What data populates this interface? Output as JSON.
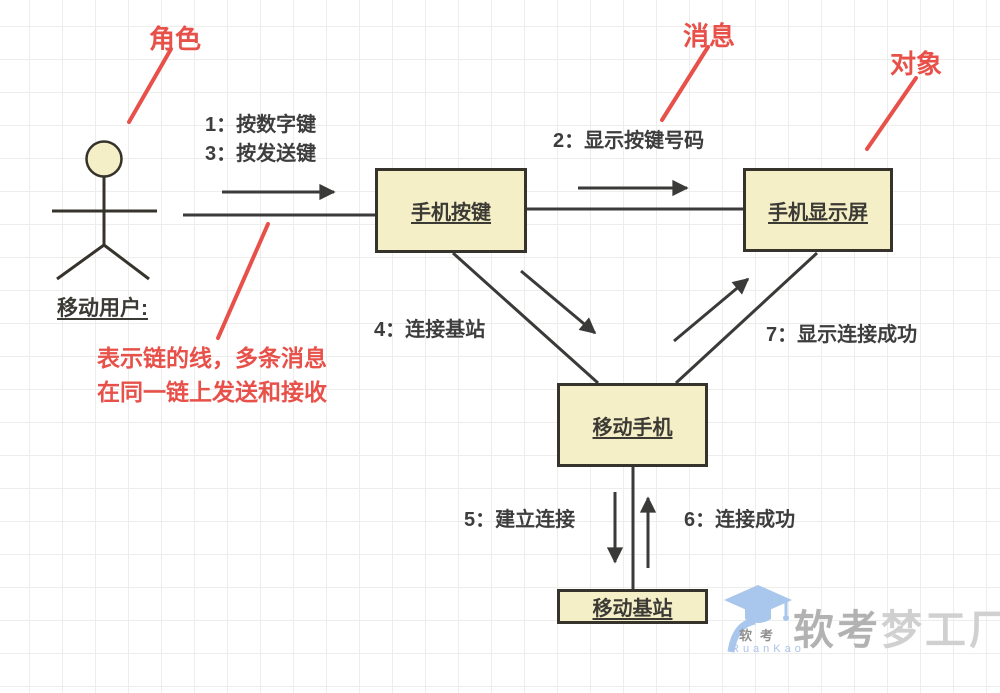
{
  "annotations": {
    "role": "角色",
    "message": "消息",
    "object": "对象",
    "link_note_line1": "表示链的线，多条消息",
    "link_note_line2": "在同一链上发送和接收",
    "color": "#e8504a"
  },
  "actor": {
    "label": "移动用户:"
  },
  "objects": {
    "keypad": {
      "label": "手机按键"
    },
    "display": {
      "label": "手机显示屏"
    },
    "mobile": {
      "label": "移动手机"
    },
    "station": {
      "label": "移动基站"
    },
    "fill_color": "#f5efc7",
    "border_color": "#35332b"
  },
  "messages": {
    "m1": {
      "label": "1：按数字键"
    },
    "m3": {
      "label": "3：按发送键"
    },
    "m2": {
      "label": "2：显示按键号码"
    },
    "m4": {
      "label": "4：连接基站"
    },
    "m7": {
      "label": "7：显示连接成功"
    },
    "m5": {
      "label": "5：建立连接"
    },
    "m6": {
      "label": "6：连接成功"
    }
  },
  "watermark": {
    "cap_caption": "软考",
    "cap_subcaption": "RuanKao",
    "brand_primary": "软考",
    "brand_secondary": "梦工厂",
    "blue": "#a9c6ec",
    "gray": "#c4c4c4"
  },
  "line_colors": {
    "link": "#3a3a38",
    "arrow": "#3a3a38"
  }
}
